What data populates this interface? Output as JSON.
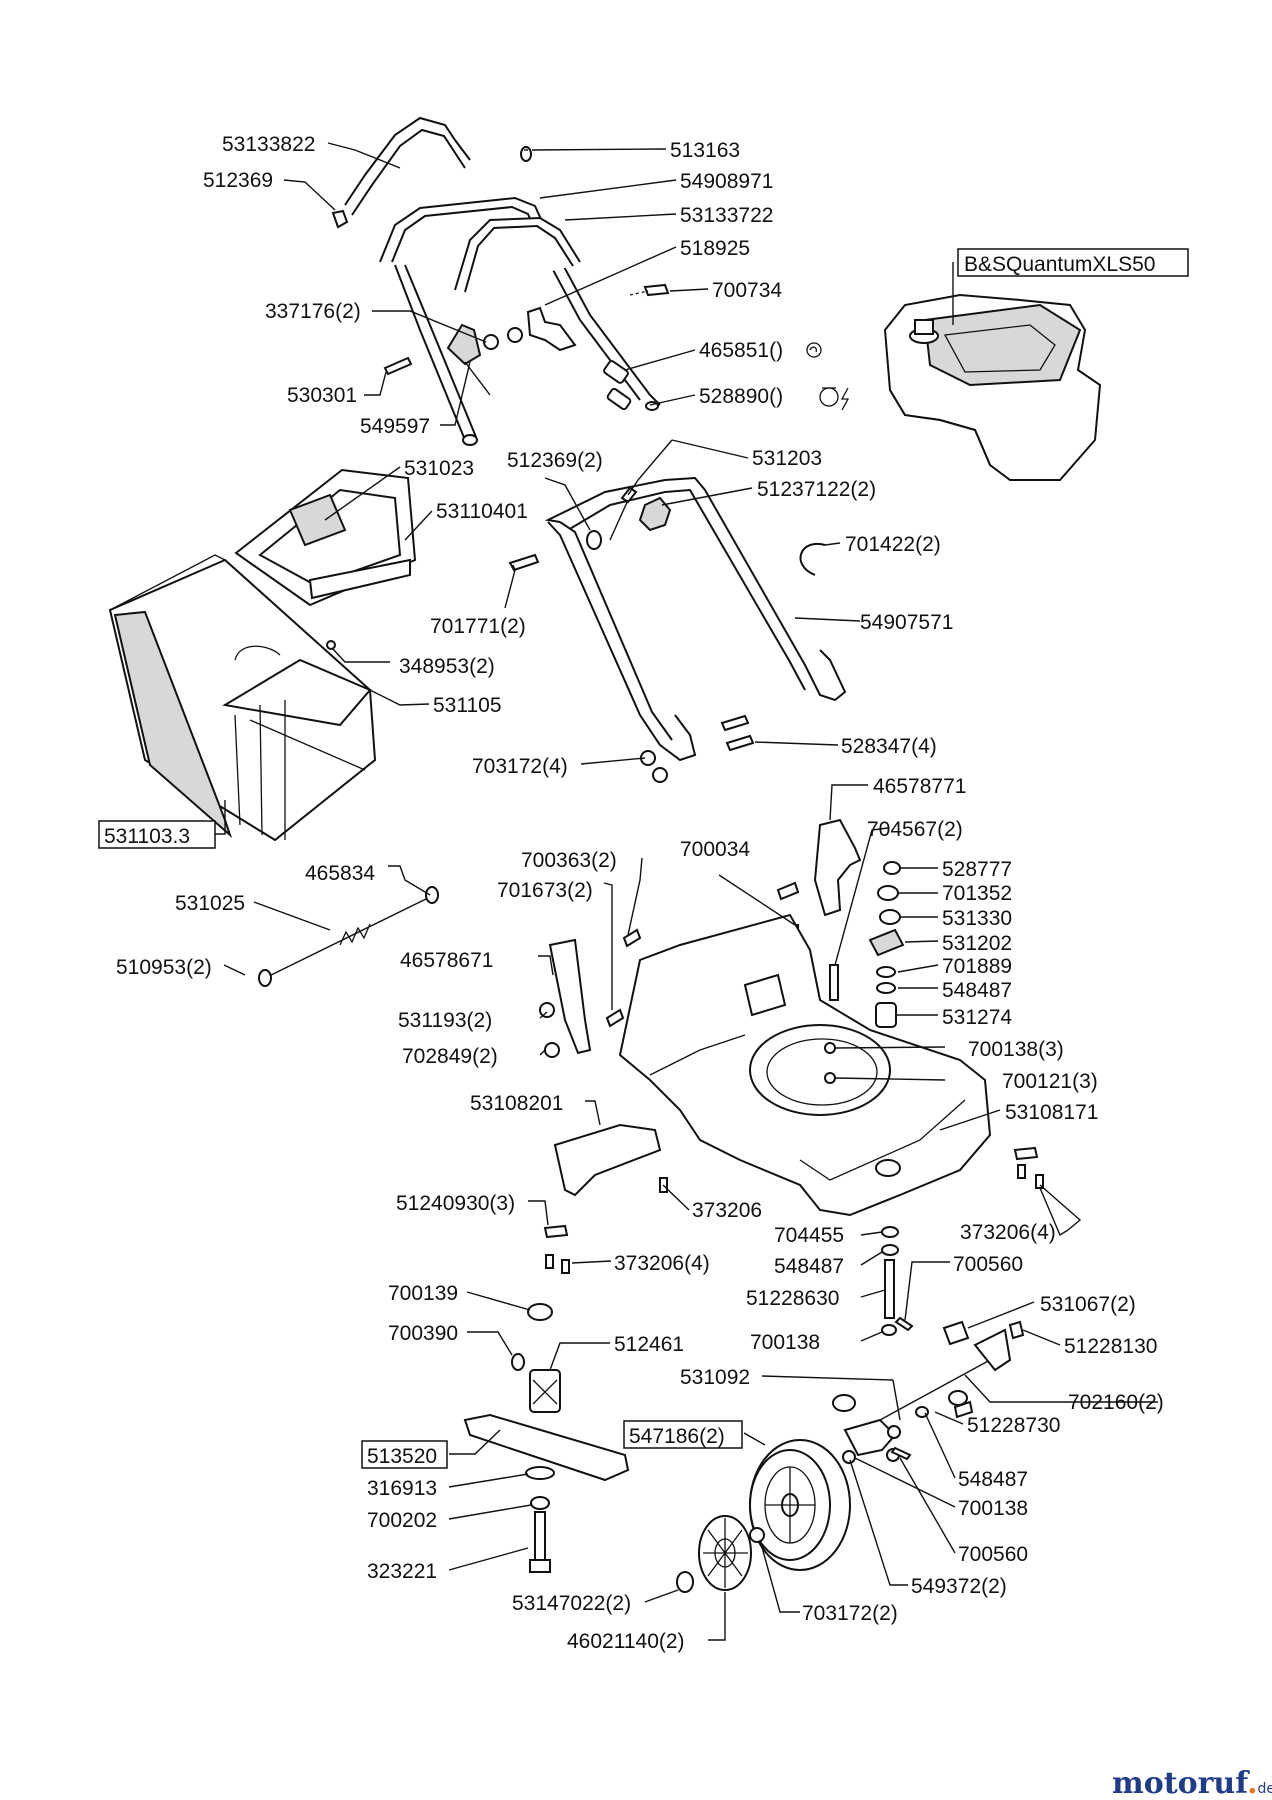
{
  "labels": {
    "l53133822": "53133822",
    "l513163": "513163",
    "l512369": "512369",
    "l54908971": "54908971",
    "l53133722": "53133722",
    "l518925": "518925",
    "l700734": "700734",
    "l337176": "337176(2)",
    "l465851": "465851()",
    "l530301": "530301",
    "l528890": "528890()",
    "l549597": "549597",
    "l531203": "531203",
    "l531023": "531023",
    "l512369b": "512369(2)",
    "l51237122": "51237122(2)",
    "l53110401": "53110401",
    "l701422": "701422(2)",
    "l701771": "701771(2)",
    "l54907571": "54907571",
    "l348953": "348953(2)",
    "l531105": "531105",
    "l528347": "528347(4)",
    "l703172": "703172(4)",
    "l46578771": "46578771",
    "l531103": "531103.3",
    "l704567": "704567(2)",
    "l700363": "700363(2)",
    "l700034": "700034",
    "l528777": "528777",
    "l465834": "465834",
    "l701673": "701673(2)",
    "l701352": "701352",
    "l531025": "531025",
    "l531330": "531330",
    "l531202": "531202",
    "l46578671": "46578671",
    "l510953": "510953(2)",
    "l701889": "701889",
    "l548487": "548487",
    "l531193": "531193(2)",
    "l531274": "531274",
    "l700138": "700138(3)",
    "l702849": "702849(2)",
    "l700121": "700121(3)",
    "l53108201": "53108201",
    "l53108171": "53108171",
    "l51240930": "51240930(3)",
    "l373206": "373206",
    "l373206b": "373206(4)",
    "l704455": "704455",
    "l373206c": "373206(4)",
    "l548487b": "548487",
    "l700560": "700560",
    "l700139": "700139",
    "l51228630": "51228630",
    "l531067": "531067(2)",
    "l700390": "700390",
    "l700138b": "700138",
    "l51228130": "51228130",
    "l512461": "512461",
    "l531092": "531092",
    "l702160": "702160(2)",
    "l547186": "547186(2)",
    "l51228730": "51228730",
    "l513520": "513520",
    "l548487c": "548487",
    "l316913": "316913",
    "l700138c": "700138",
    "l700202": "700202",
    "l700560b": "700560",
    "l323221": "323221",
    "l549372": "549372(2)",
    "l53147022": "53147022(2)",
    "l703172b": "703172(2)",
    "l46021140": "46021140(2)"
  },
  "engine_label": "B&SQuantumXLS50",
  "watermark": {
    "main": "motoruf",
    "dot": ".",
    "tld": "de"
  },
  "colors": {
    "line": "#111111",
    "watermark_blue": "#1f3c8a",
    "watermark_orange": "#e2761c"
  }
}
